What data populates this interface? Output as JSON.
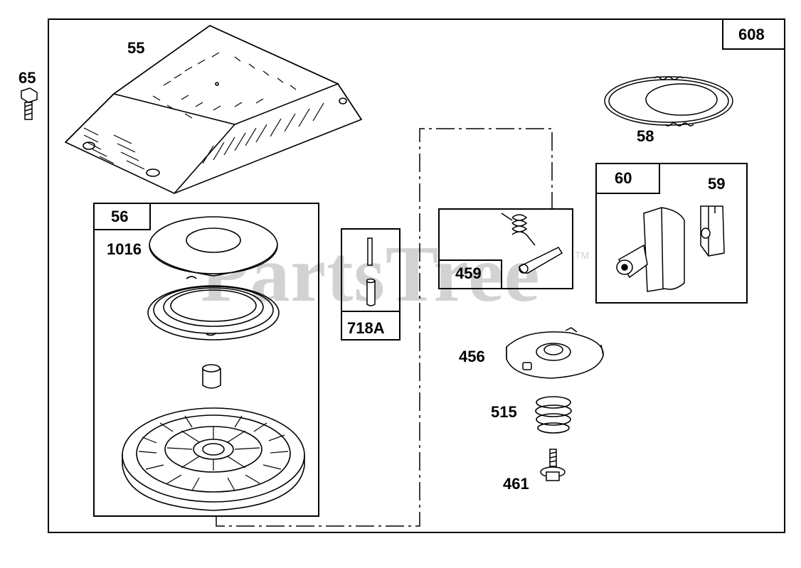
{
  "watermark": {
    "text": "PartsTree",
    "trademark": "TM"
  },
  "callouts": {
    "p608": "608",
    "p55": "55",
    "p65": "65",
    "p56": "56",
    "p1016": "1016",
    "p718a": "718A",
    "p459": "459",
    "p58": "58",
    "p60": "60",
    "p59": "59",
    "p456": "456",
    "p515": "515",
    "p461": "461"
  }
}
